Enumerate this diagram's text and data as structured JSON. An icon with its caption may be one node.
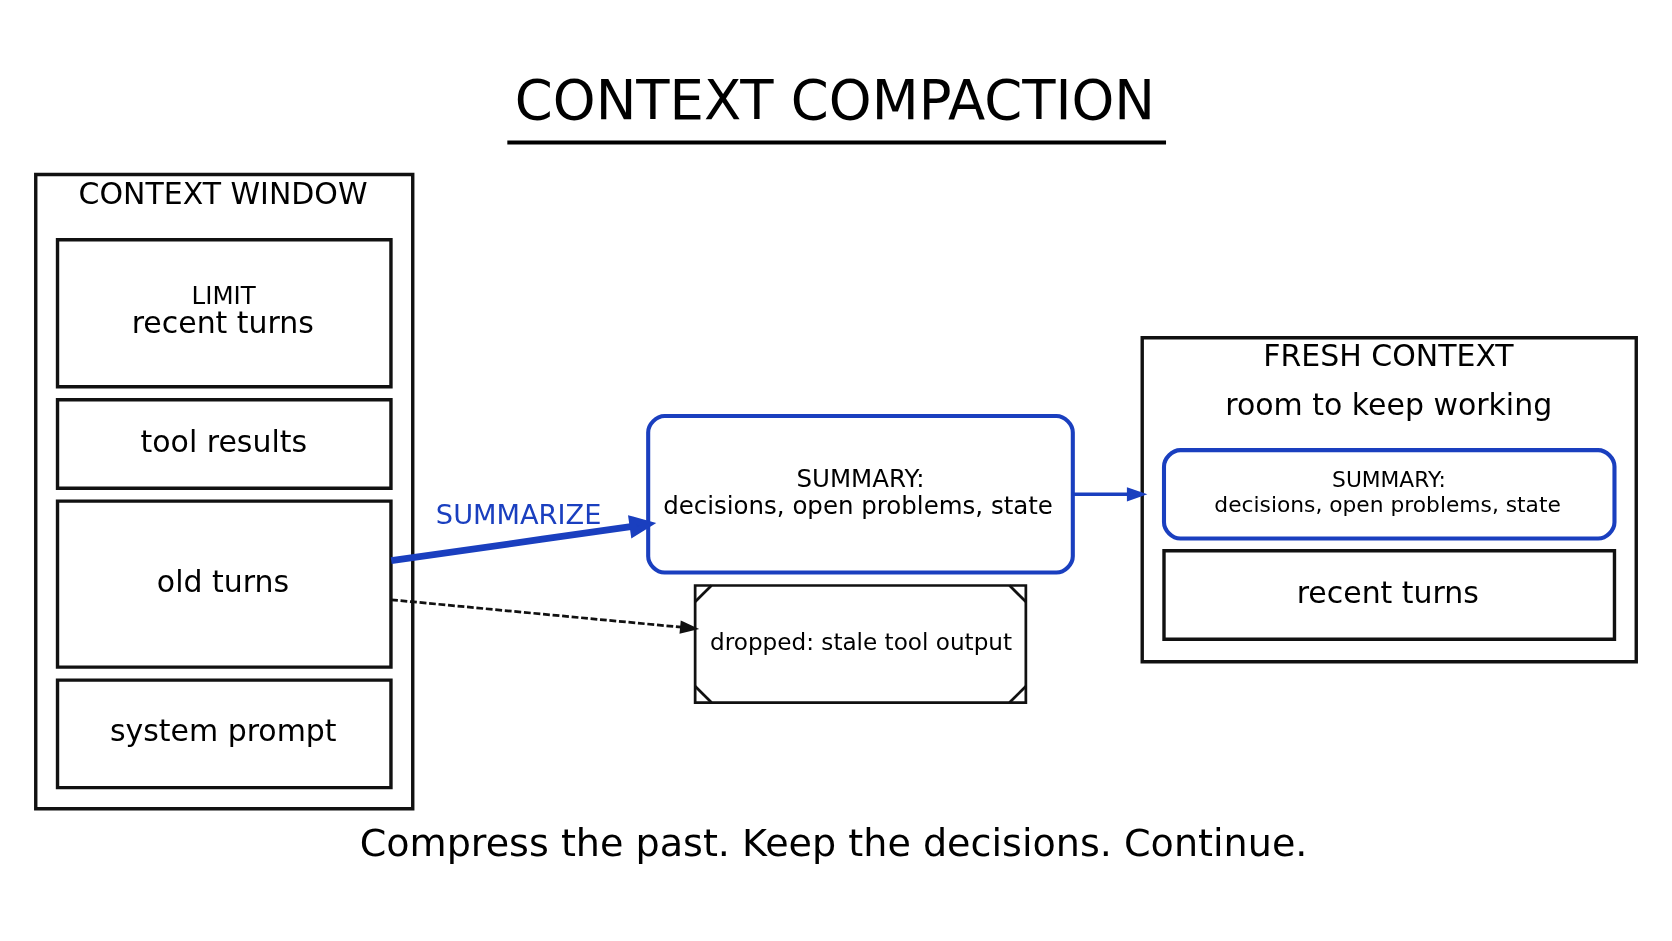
{
  "diagram": {
    "title": "CONTEXT COMPACTION",
    "caption": "Compress the past. Keep the decisions. Continue.",
    "nodes": [
      {
        "text": [
          "CONTEXT WINDOW"
        ]
      },
      {
        "text": [
          "LIMIT",
          "recent turns"
        ],
        "in": 0
      },
      {
        "text": [
          "tool results"
        ],
        "in": 0
      },
      {
        "text": [
          "old turns"
        ],
        "in": 0
      },
      {
        "text": [
          "system prompt"
        ],
        "in": 0
      },
      {
        "text": [
          "SUMMARY:",
          "decisions, open problems, state"
        ]
      },
      {
        "text": [
          "dropped: stale tool output"
        ]
      },
      {
        "text": [
          "FRESH CONTEXT",
          "room to keep working"
        ]
      },
      {
        "text": [
          "SUMMARY:",
          "decisions, open problems, state"
        ],
        "in": 7
      },
      {
        "text": [
          "recent turns"
        ],
        "in": 7
      }
    ],
    "edges": [
      {
        "from": 3,
        "to": 5,
        "arrow": "to",
        "label": "SUMMARIZE",
        "style": "thick",
        "color": "#1a3fbf"
      },
      {
        "from": 3,
        "to": 6,
        "arrow": "to",
        "style": "dashed",
        "color": "#111111"
      },
      {
        "from": 5,
        "to": 7,
        "arrow": "to",
        "color": "#1a3fbf"
      }
    ]
  }
}
